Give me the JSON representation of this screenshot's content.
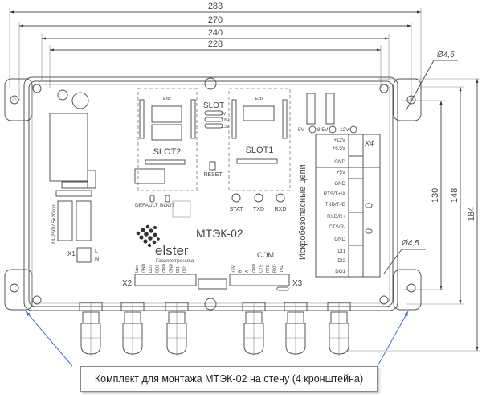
{
  "dimensions": {
    "overall_width": "283",
    "bracket_hole_spacing": "270",
    "body_width": "240",
    "mount_hole_spacing": "228",
    "overall_height": "184",
    "body_height": "148",
    "mount_hole_height": "130",
    "bracket_hole_diameter": "Ø4,6",
    "mount_hole_diameter": "Ø4,5"
  },
  "board": {
    "slot2": "SLOT2",
    "slot1": "SLOT1",
    "slot": "SLOT",
    "slot2_tag": "Ext2",
    "slot1_tag": "Ext1",
    "slot_voltages": [
      "5V",
      "3.8V",
      "3.3V"
    ],
    "reset": "RESET",
    "default": "DEFAULT",
    "boot": "BOOT",
    "leds": [
      "STAT",
      "TXD",
      "RXD"
    ],
    "model": "МТЭК-02",
    "brand": "elster",
    "brand_sub": "Газэлектроника",
    "fuse": "1A 250V 5x20mm",
    "x1": "X1",
    "x1_pins": [
      "L",
      "N"
    ],
    "x2": "X2",
    "x2_pins": [
      "Uвх",
      "GND",
      "DO1",
      "DO2",
      "GND",
      "GND",
      "DI1",
      "DI2"
    ],
    "com": "COM",
    "x3": "X3",
    "x3_pins": [
      "+5V",
      "B",
      "A",
      "GND",
      "CTS",
      "RTS",
      "RXD",
      "TXD"
    ],
    "intrinsic_label": "Искробезопасные цепи",
    "jumpers": [
      "5V",
      "8.5V",
      "12V"
    ],
    "x4": "X4",
    "x4_pins": [
      "+12V",
      "+8.5V",
      "GND",
      "+5V",
      "GND",
      "RTS/T+/A",
      "TXD/T-/B",
      "RXD/R+",
      "CTS/R-",
      "GND",
      "DI1",
      "DI2",
      "DO1"
    ]
  },
  "caption": "Комплект для монтажа МТЭК-02 на стену (4 кронштейна)",
  "colors": {
    "arrow": "#4472c4",
    "line": "#555555"
  }
}
